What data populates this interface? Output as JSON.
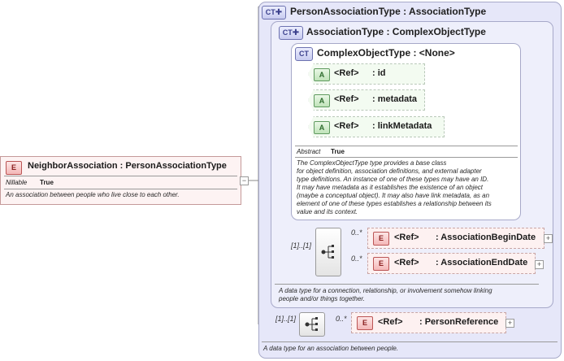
{
  "root_element": {
    "badge": "E",
    "title": "NeighborAssociation : PersonAssociationType",
    "nillable_label": "Nillable",
    "nillable_value": "True",
    "documentation": "An association between people who live close to each other.",
    "collapse_symbol": "−"
  },
  "person_association_type": {
    "badge": "CT",
    "title": "PersonAssociationType : AssociationType",
    "sequence_occurs": "[1]..[1]",
    "child_occurs": "0..*",
    "child": {
      "badge": "E",
      "ref": "<Ref>",
      "name": ": PersonReference",
      "expand": "+"
    },
    "documentation": "A data type for an association between people."
  },
  "association_type": {
    "badge": "CT",
    "title": "AssociationType : ComplexObjectType",
    "sequence_occurs": "[1]..[1]",
    "children": [
      {
        "occurs": "0..*",
        "badge": "E",
        "ref": "<Ref>",
        "name": ": AssociationBeginDate",
        "expand": "+"
      },
      {
        "occurs": "0..*",
        "badge": "E",
        "ref": "<Ref>",
        "name": ": AssociationEndDate",
        "expand": "+"
      }
    ],
    "documentation_line1": "A data type for a connection, relationship, or involvement somehow linking",
    "documentation_line2": "people and/or things together."
  },
  "complex_object_type": {
    "badge": "CT",
    "title": "ComplexObjectType : <None>",
    "attributes": [
      {
        "badge": "A",
        "ref": "<Ref>",
        "name": ": id"
      },
      {
        "badge": "A",
        "ref": "<Ref>",
        "name": ": metadata"
      },
      {
        "badge": "A",
        "ref": "<Ref>",
        "name": ": linkMetadata"
      }
    ],
    "abstract_label": "Abstract",
    "abstract_value": "True",
    "documentation_lines": [
      "The ComplexObjectType type provides a base class",
      "for object definition, association definitions, and external adapter",
      "type definitions. An instance of one of these types may have an ID.",
      "It may have metadata as it establishes the existence of an object",
      "(maybe a conceptual object). It may also have link metadata, as an",
      "element of one of these types establishes a relationship between its",
      "value and its context."
    ]
  },
  "colors": {
    "complex_type_fill": "#e6e7f9",
    "element_fill": "#fdf1f1",
    "attribute_fill": "#f3fbf1",
    "border": "#a7a9c9"
  }
}
